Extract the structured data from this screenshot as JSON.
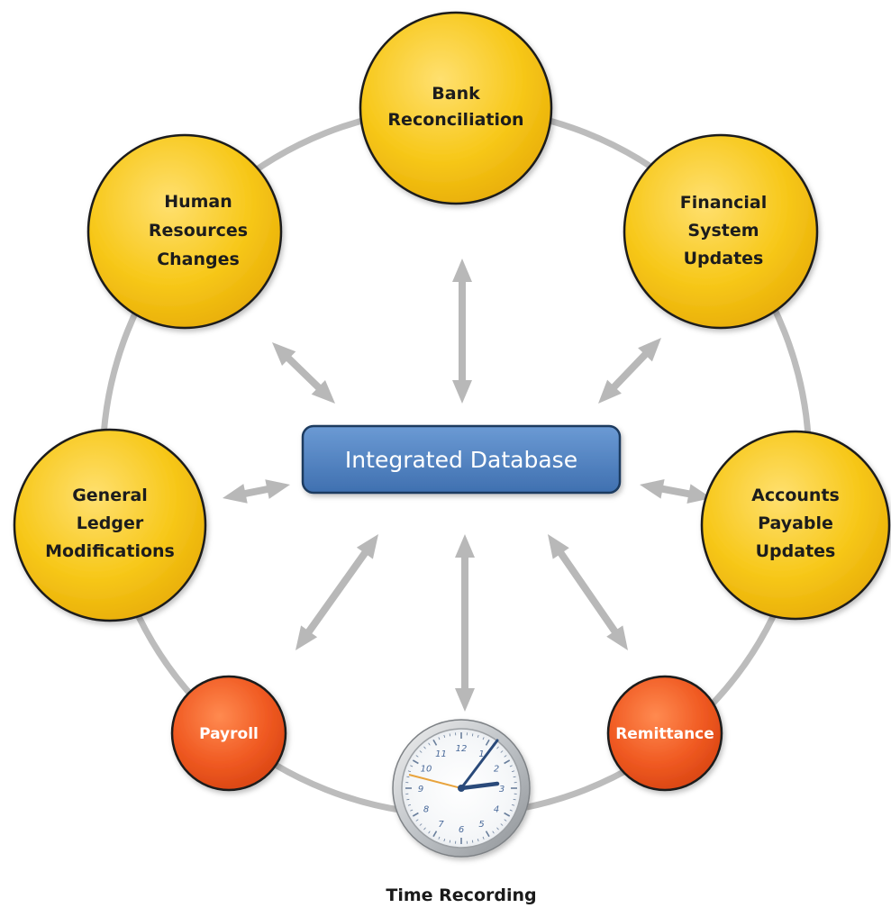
{
  "hub": {
    "label": "Integrated Database"
  },
  "nodes": {
    "bank_reconciliation": {
      "lines": [
        "Bank",
        "Reconciliation"
      ]
    },
    "financial_system_updates": {
      "lines": [
        "Financial",
        "System",
        "Updates"
      ]
    },
    "accounts_payable_updates": {
      "lines": [
        "Accounts",
        "Payable",
        "Updates"
      ]
    },
    "remittance": {
      "lines": [
        "Remittance"
      ]
    },
    "payroll": {
      "lines": [
        "Payroll"
      ]
    },
    "general_ledger_modifications": {
      "lines": [
        "General",
        "Ledger",
        "Modifications"
      ]
    },
    "human_resources_changes": {
      "lines": [
        "Human",
        "Resources",
        "Changes"
      ]
    }
  },
  "time_recording": {
    "label": "Time Recording",
    "clock_numbers": [
      "12",
      "1",
      "2",
      "3",
      "4",
      "5",
      "6",
      "7",
      "8",
      "9",
      "10",
      "11"
    ]
  },
  "colors": {
    "yellow_node": "#f5c518",
    "orange_node": "#ee5a24",
    "hub_blue": "#4a7fc0",
    "arrow_gray": "#b8b8b8",
    "ring_gray": "#bcbcbc"
  }
}
